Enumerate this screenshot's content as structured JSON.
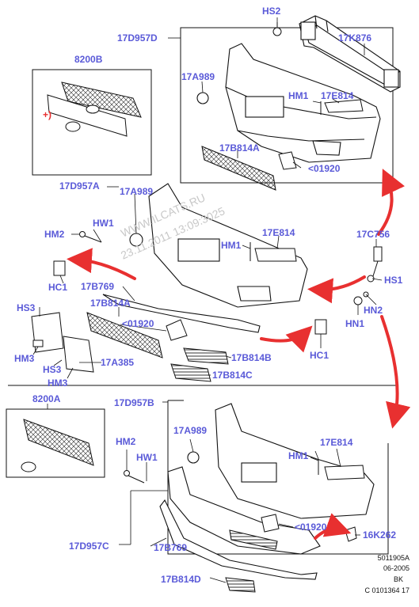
{
  "watermark": {
    "line1": "WWW.ILCATS.RU",
    "line2": "23.11.2011 13:09:3025"
  },
  "callouts": {
    "hs2": "HS2",
    "17d957d_top": "17D957D",
    "17k876": "17K876",
    "8200b": "8200B",
    "17a989_top": "17A989",
    "hm1_top": "HM1",
    "17e814_top": "17E814",
    "plus_marker": "+)",
    "17b814a_top": "17B814A",
    "01920_top": "<01920",
    "17d957a": "17D957A",
    "17a989_mid": "17A989",
    "hw1_mid": "HW1",
    "hm2_mid": "HM2",
    "hm1_mid": "HM1",
    "17e814_mid": "17E814",
    "17c756": "17C756",
    "hc1_left": "HC1",
    "17b769_mid": "17B769",
    "hs1": "HS1",
    "hn2": "HN2",
    "hn1": "HN1",
    "17b814a_mid": "17B814A",
    "hs3_a": "HS3",
    "01920_mid": "<01920",
    "hm3_a": "HM3",
    "hs3_b": "HS3",
    "17a385": "17A385",
    "hm3_b": "HM3",
    "17b814b": "17B814B",
    "hc1_right": "HC1",
    "17b814c": "17B814C",
    "8200a": "8200A",
    "17d957b": "17D957B",
    "17a989_bot": "17A989",
    "17e814_bot": "17E814",
    "hm2_bot": "HM2",
    "hw1_bot": "HW1",
    "hm1_bot": "HM1",
    "01920_bot": "<01920",
    "16k262": "16K262",
    "17d957c": "17D957C",
    "17b769_bot": "17B769",
    "17b814d": "17B814D"
  },
  "footer": {
    "code": "5011905A",
    "date": "06-2005",
    "suffix": "BK",
    "ref": "C 0101364 17"
  },
  "colors": {
    "label": "#5a5ad8",
    "arrow": "#e83030",
    "line": "#111111"
  }
}
